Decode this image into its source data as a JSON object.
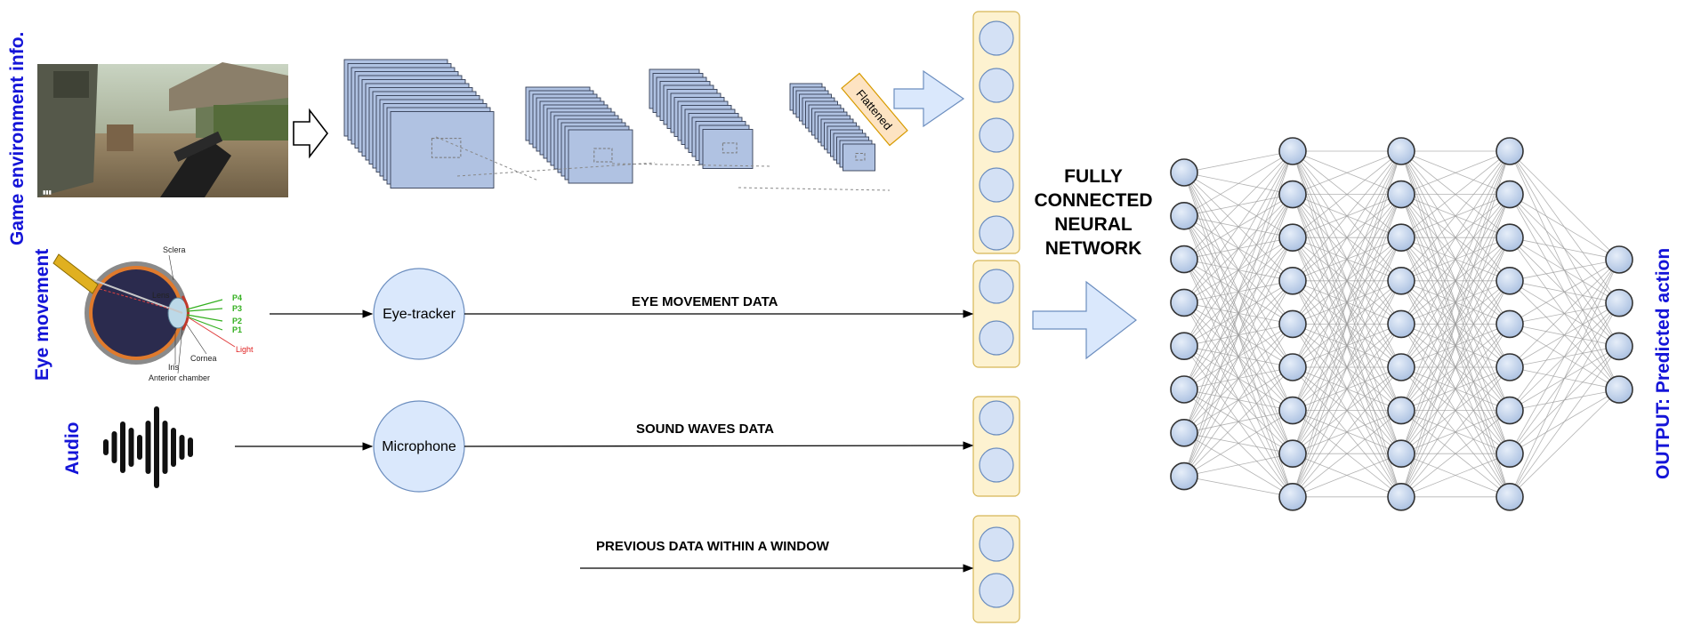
{
  "labels": {
    "game_env": "Game environment info.",
    "eye_movement": "Eye movement",
    "audio": "Audio",
    "output": "OUTPUT: Predicted action"
  },
  "cnn": {
    "flattened": "Flattened"
  },
  "eye_diagram": {
    "sclera": "Sclera",
    "lens": "Lens",
    "cornea": "Cornea",
    "iris": "Iris",
    "anterior_chamber": "Anterior chamber",
    "light": "Light",
    "p4": "P4",
    "p3": "P3",
    "p2": "P2",
    "p1": "P1"
  },
  "nodes": {
    "eye_tracker": "Eye-tracker",
    "microphone": "Microphone"
  },
  "edges": {
    "eye_data": "EYE MOVEMENT DATA",
    "sound_data": "SOUND WAVES DATA",
    "previous_data": "PREVIOUS DATA WITHIN A WINDOW"
  },
  "fc_title": [
    "FULLY",
    "CONNECTED",
    "NEURAL",
    "NETWORK"
  ],
  "network": {
    "layer_sizes": [
      8,
      9,
      9,
      9,
      4
    ]
  },
  "colors": {
    "label_blue": "#1414d8",
    "node_fill": "#d4e1f5",
    "node_stroke": "#6c8ebf",
    "box_fill": "#fdf2d0",
    "box_stroke": "#d6b656",
    "fmap_fill": "#b0c2e2",
    "fmap_stroke": "#333d55"
  },
  "icons": {
    "game_screenshot": "game-screenshot-image",
    "eye_anatomy": "eye-anatomy-icon",
    "sound_wave": "sound-wave-icon",
    "outline_arrow": "outline-arrow-icon"
  }
}
